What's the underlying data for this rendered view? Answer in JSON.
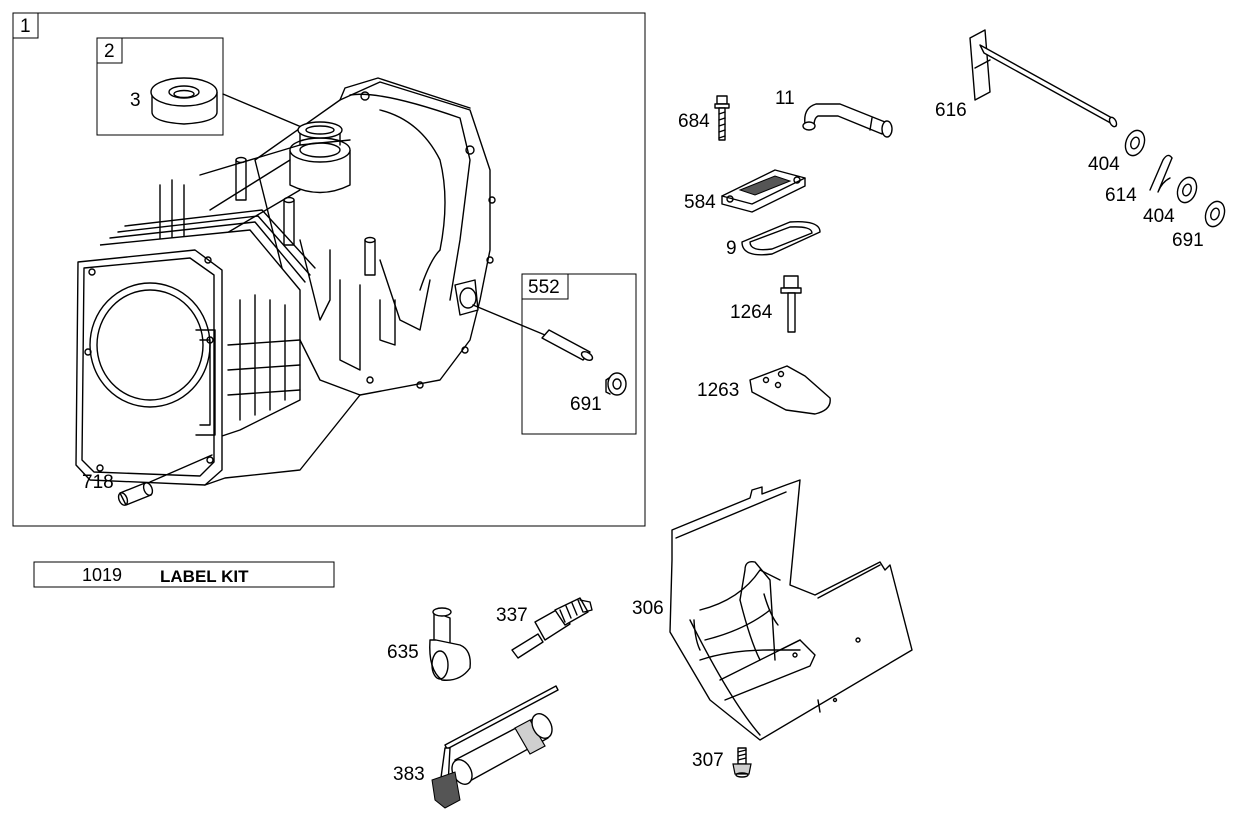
{
  "assembly_box": {
    "label": "1"
  },
  "sub_box_2": {
    "label": "2"
  },
  "sub_box_552": {
    "label": "552"
  },
  "label_kit": {
    "number": "1019",
    "text": "LABEL KIT"
  },
  "callouts": {
    "p3": "3",
    "p718": "718",
    "p691a": "691",
    "p684": "684",
    "p11": "11",
    "p584": "584",
    "p9": "9",
    "p1264": "1264",
    "p1263": "1263",
    "p616": "616",
    "p404a": "404",
    "p614": "614",
    "p404b": "404",
    "p691b": "691",
    "p337": "337",
    "p635": "635",
    "p306": "306",
    "p383": "383",
    "p307": "307"
  }
}
